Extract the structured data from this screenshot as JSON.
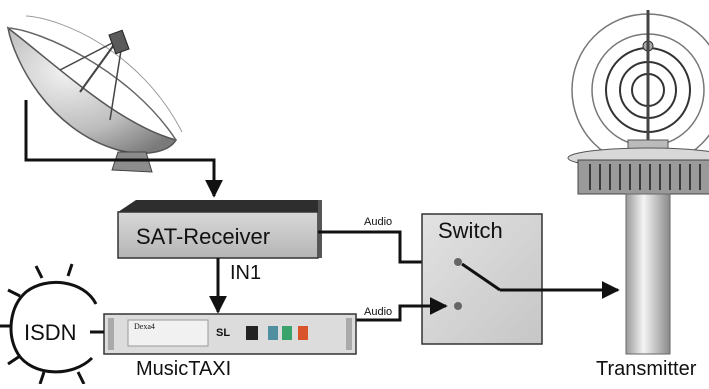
{
  "labels": {
    "sat_receiver": "SAT-Receiver",
    "in1": "IN1",
    "switch": "Switch",
    "audio_top": "Audio",
    "audio_bottom": "Audio",
    "isdn": "ISDN",
    "music_taxi": "MusicTAXI",
    "transmitter": "Transmitter"
  },
  "device": {
    "brand": "Dexa4",
    "model": "SL"
  },
  "colors": {
    "dish_dark": "#8a8a8a",
    "dish_light": "#e6e6e6",
    "box_face": "#c9c9c9",
    "box_top": "#3a3a3a",
    "line": "#111111",
    "led_red": "#d9542a",
    "led_green": "#39a36b",
    "led_teal": "#4f8fa0"
  }
}
